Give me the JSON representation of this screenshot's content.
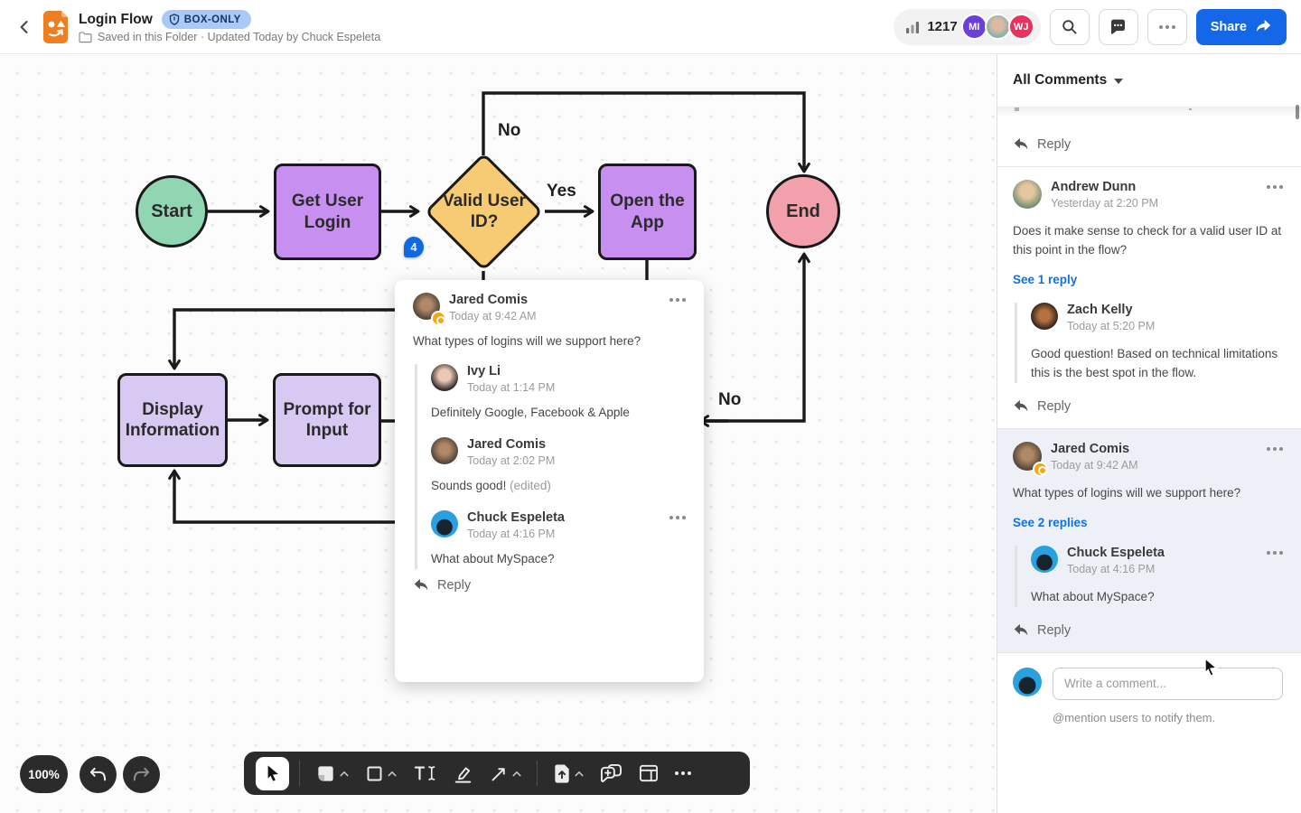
{
  "header": {
    "title": "Login Flow",
    "badge": {
      "icon": "shield",
      "label": "BOX-ONLY"
    },
    "subtitle": "Saved in this Folder · Updated Today by Chuck Espeleta",
    "views_count": "1217",
    "collaborators": [
      {
        "initials": "MI"
      },
      {
        "initials": ""
      },
      {
        "initials": "WJ"
      }
    ],
    "share_label": "Share"
  },
  "canvas": {
    "zoom_level": "100%",
    "comment_pin": "4",
    "nodes": [
      {
        "id": "start",
        "label": "Start",
        "shape": "circle",
        "fill": "#90d6b2"
      },
      {
        "id": "get-user-login",
        "label": "Get User Login",
        "shape": "rect",
        "fill": "#c78ff0"
      },
      {
        "id": "valid-user-id",
        "label": "Valid User ID?",
        "shape": "diamond",
        "fill": "#f6cb74"
      },
      {
        "id": "open-the-app",
        "label": "Open the App",
        "shape": "rect",
        "fill": "#c78ff0"
      },
      {
        "id": "end",
        "label": "End",
        "shape": "circle",
        "fill": "#f2a0ab"
      },
      {
        "id": "display-information",
        "label": "Display Information",
        "shape": "rect",
        "fill": "#d7c9f1"
      },
      {
        "id": "prompt-for-input",
        "label": "Prompt for Input",
        "shape": "rect",
        "fill": "#d7c9f1"
      }
    ],
    "edge_labels": {
      "no_top": "No",
      "yes": "Yes",
      "no_right": "No"
    }
  },
  "popup": {
    "author": "Jared Comis",
    "time": "Today at 9:42 AM",
    "text": "What types of logins will we support here?",
    "replies": [
      {
        "author": "Ivy Li",
        "time": "Today at 1:14 PM",
        "text": "Definitely Google, Facebook & Apple"
      },
      {
        "author": "Jared Comis",
        "time": "Today at 2:02 PM",
        "text": "Sounds good!",
        "edited": "(edited)"
      },
      {
        "author": "Chuck Espeleta",
        "time": "Today at 4:16 PM",
        "text": "What about MySpace?"
      }
    ],
    "reply_label": "Reply"
  },
  "sidebar": {
    "title": "All Comments",
    "partial_reply_label": "Reply",
    "thread1": {
      "author": "Andrew Dunn",
      "time": "Yesterday at 2:20 PM",
      "text": "Does it make sense to check for a valid user ID at this point in the flow?",
      "see_replies": "See 1 reply",
      "reply": {
        "author": "Zach Kelly",
        "time": "Today at 5:20 PM",
        "text": "Good question! Based on technical limitations this is the best spot in the flow."
      },
      "reply_label": "Reply"
    },
    "thread2": {
      "author": "Jared Comis",
      "time": "Today at 9:42 AM",
      "text": "What types of logins will we support here?",
      "see_replies": "See 2 replies",
      "reply": {
        "author": "Chuck Espeleta",
        "time": "Today at 4:16 PM",
        "text": "What about MySpace?"
      },
      "reply_label": "Reply"
    },
    "composer": {
      "placeholder": "Write a comment...",
      "hint": "@mention users to notify them."
    }
  },
  "toolbar": {
    "tools": [
      "select",
      "sticky-note",
      "shape",
      "text",
      "marker",
      "connector",
      "upload",
      "add-comment",
      "frame",
      "more"
    ]
  },
  "colors": {
    "accent_blue": "#1071e5",
    "share_blue": "#1467e6",
    "badge_bg": "#abc9f8",
    "pin_blue": "#1069e0",
    "toolbar_dark": "#2b2b2b"
  }
}
